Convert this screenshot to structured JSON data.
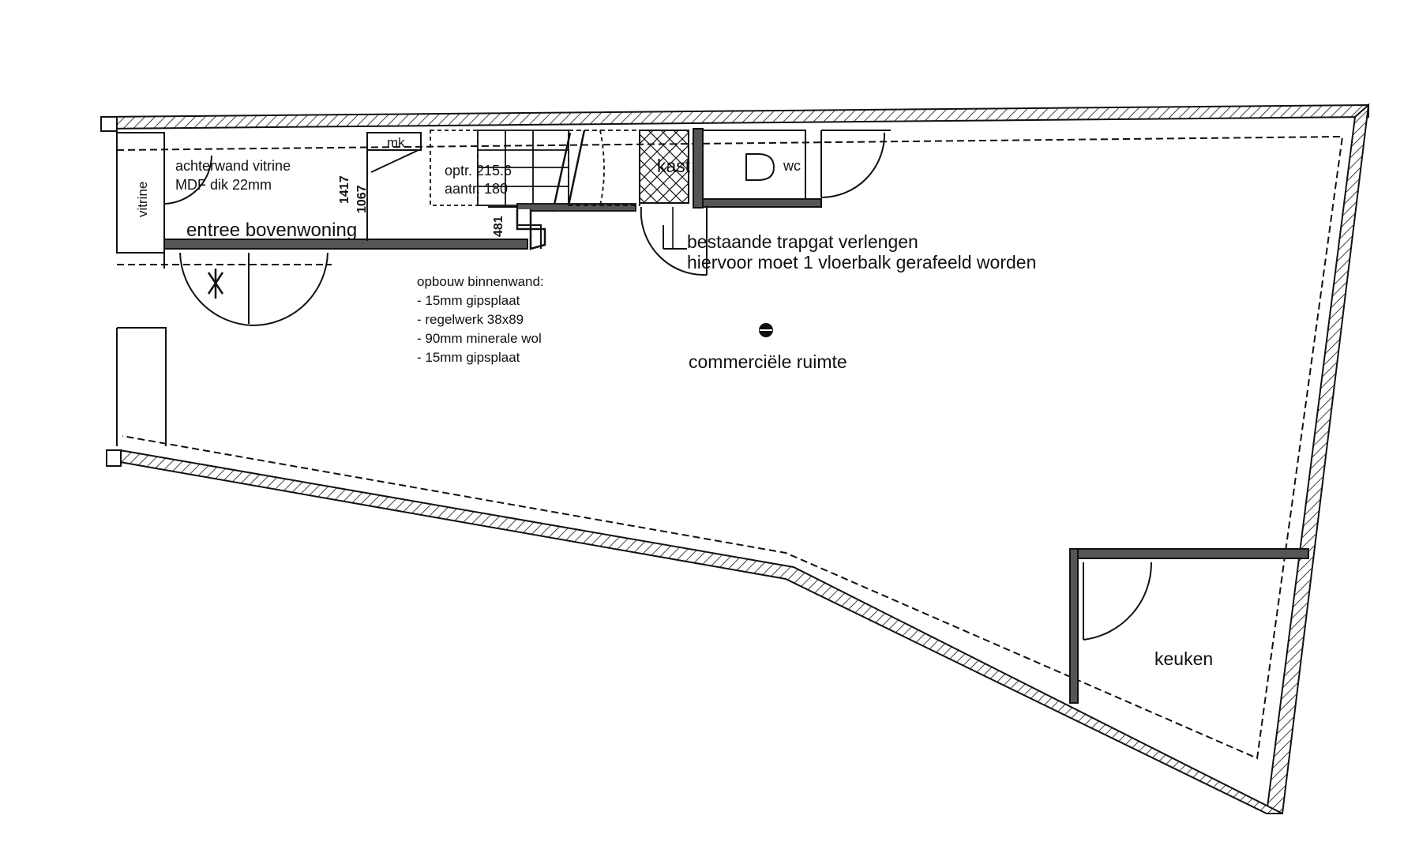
{
  "colors": {
    "ink": "#111111",
    "wall_fill": "#555555",
    "paper": "#ffffff"
  },
  "labels": {
    "vitrine": "vitrine",
    "achterwand_line1": "achterwand vitrine",
    "achterwand_line2": "MDF dik 22mm",
    "entree": "entree bovenwoning",
    "mk": "mk",
    "optr": "optr. 215.6",
    "aantr": "aantr. 180",
    "kast": "kast",
    "wc": "wc",
    "trapgat_line1": "bestaande trapgat verlengen",
    "trapgat_line2": "hiervoor moet 1 vloerbalk gerafeeld worden",
    "commercial_room": "commerciële ruimte",
    "keuken": "keuken"
  },
  "dimensions": {
    "d1417": "1417",
    "d1067": "1067",
    "d481": "481"
  },
  "wall_notes": {
    "title": "opbouw binnenwand:",
    "items": [
      "- 15mm gipsplaat",
      "- regelwerk 38x89",
      "- 90mm minerale wol",
      "- 15mm gipsplaat"
    ]
  }
}
